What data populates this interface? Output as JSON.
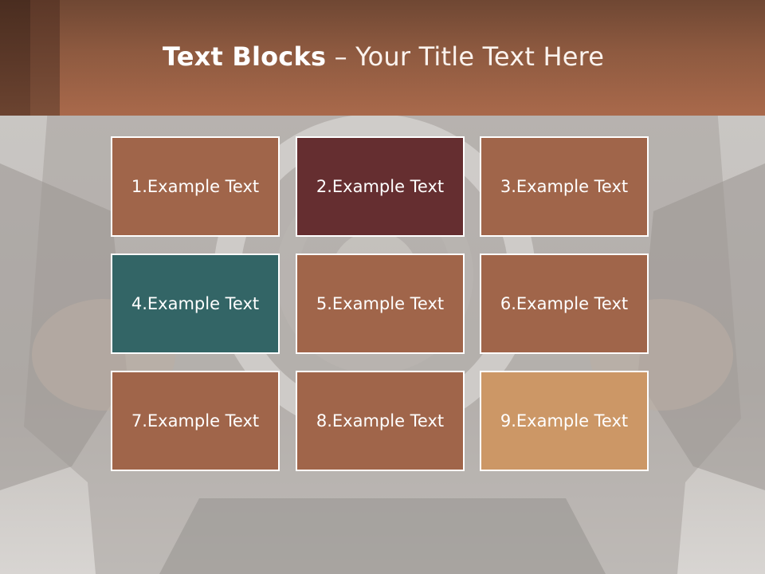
{
  "title": {
    "bold": "Text Blocks",
    "separator": " – ",
    "rest": "Your Title Text Here"
  },
  "blocks": [
    {
      "label": "1.Example Text",
      "color": "#a0654a"
    },
    {
      "label": "2.Example Text",
      "color": "#652e30"
    },
    {
      "label": "3.Example Text",
      "color": "#a0654a"
    },
    {
      "label": "4.Example Text",
      "color": "#336566"
    },
    {
      "label": "5.Example Text",
      "color": "#a0654a"
    },
    {
      "label": "6.Example Text",
      "color": "#a0654a"
    },
    {
      "label": "7.Example Text",
      "color": "#a0654a"
    },
    {
      "label": "8.Example Text",
      "color": "#a0654a"
    },
    {
      "label": "9.Example Text",
      "color": "#cc9766"
    }
  ],
  "colors": {
    "header_brown": "#a9694b",
    "background_gray": "#c6c3c0"
  }
}
